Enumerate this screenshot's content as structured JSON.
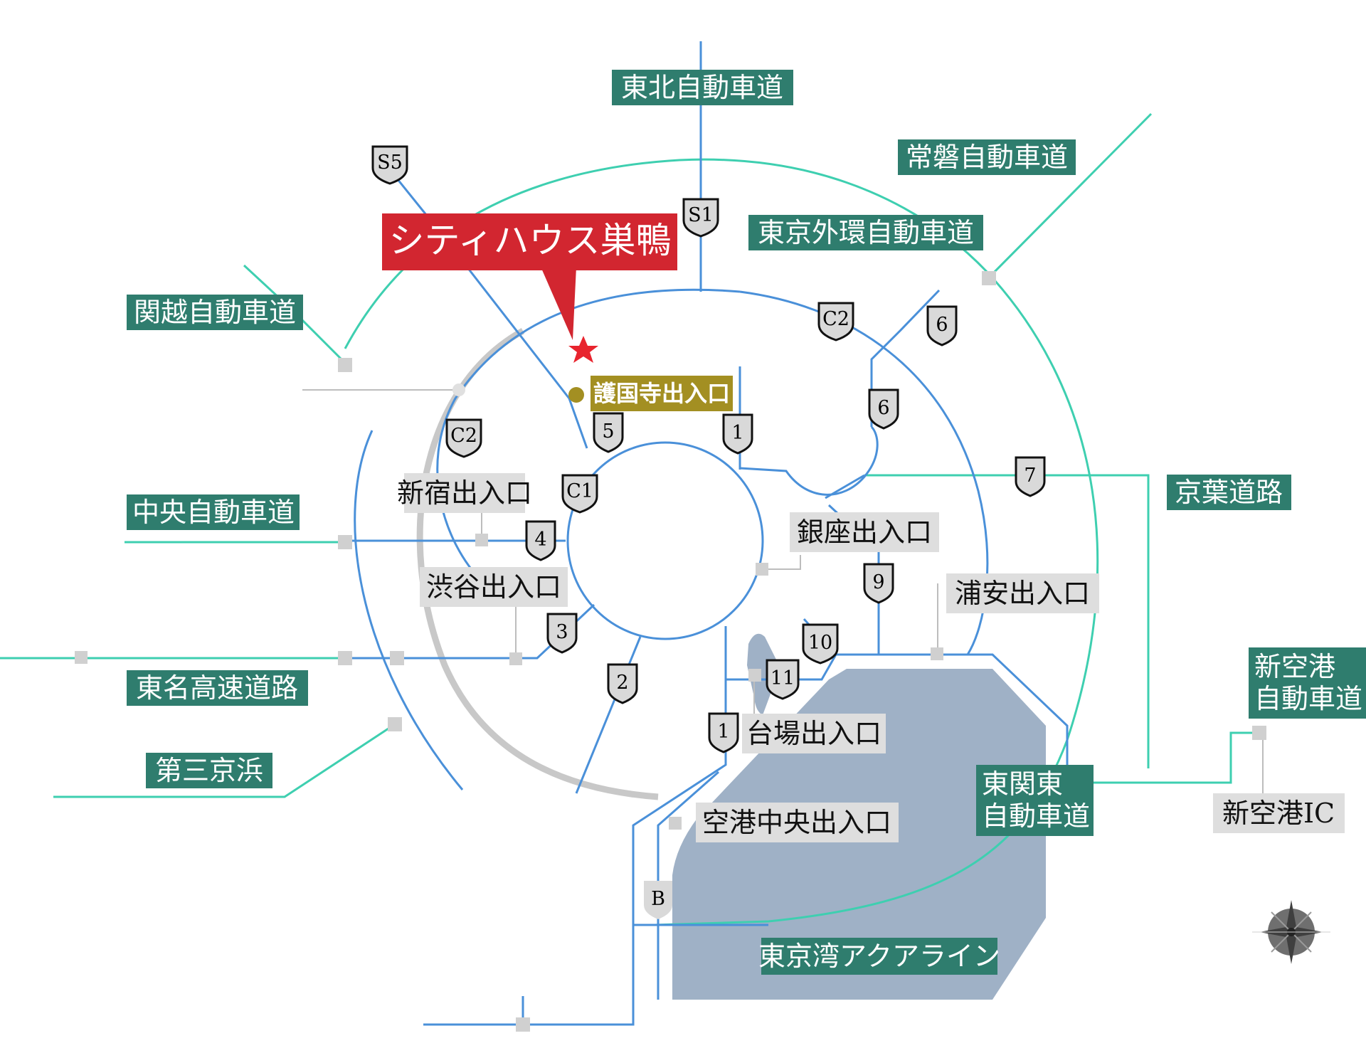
{
  "property": {
    "name": "シティハウス巣鴨"
  },
  "expressways": {
    "tohoku": "東北自動車道",
    "joban": "常磐自動車道",
    "gaikan": "東京外環自動車道",
    "kanetsu": "関越自動車道",
    "chuo": "中央自動車道",
    "tomei": "東名高速道路",
    "daisan_keihin": "第三京浜",
    "keiyo": "京葉道路",
    "higashi_kanto_1": "東関東",
    "higashi_kanto_2": "自動車道",
    "shinkuko_1": "新空港",
    "shinkuko_2": "自動車道",
    "aqualine": "東京湾アクアライン"
  },
  "ramps": {
    "gokokuji": "護国寺出入口",
    "shinjuku": "新宿出入口",
    "shibuya": "渋谷出入口",
    "ginza": "銀座出入口",
    "urayasu": "浦安出入口",
    "daiba": "台場出入口",
    "kuko_chuo": "空港中央出入口",
    "shinkuko_ic": "新空港IC"
  },
  "route_shields": {
    "s5": "S5",
    "s1": "S1",
    "c2_north": "C2",
    "c2_west": "C2",
    "c1": "C1",
    "r5": "5",
    "r1_north": "1",
    "r6_upper": "6",
    "r6_lower": "6",
    "r7": "7",
    "r4": "4",
    "r3": "3",
    "r2": "2",
    "r9": "9",
    "r10": "10",
    "r11": "11",
    "r1_south": "1",
    "b": "B"
  },
  "colors": {
    "expressway_label_bg": "#2f7d6e",
    "shuto_line": "#4a90d9",
    "outer_line": "#3ecfb0",
    "bay_water": "#9fb1c6",
    "property_red": "#d22630",
    "gokokuji_gold": "#a38f22",
    "ramp_label_bg": "#dedede"
  }
}
